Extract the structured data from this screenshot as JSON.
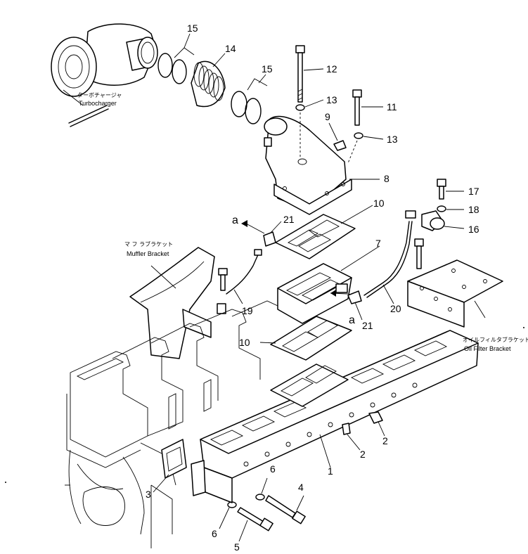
{
  "labels": {
    "turbo_jp": "ターボチャージャ",
    "turbo_en": "Turbocharger",
    "muffler_jp": "マ フ ラブラケット",
    "muffler_en": "Muffler Bracket",
    "oil_jp": "オイルフィルタブラケット",
    "oil_en": "Oil Filter Bracket"
  },
  "callouts": {
    "c1": "1",
    "c2a": "2",
    "c2b": "2",
    "c3": "3",
    "c4": "4",
    "c5": "5",
    "c6a": "6",
    "c6b": "6",
    "c7": "7",
    "c8": "8",
    "c9": "9",
    "c10a": "10",
    "c10b": "10",
    "c11": "11",
    "c12": "12",
    "c13a": "13",
    "c13b": "13",
    "c14": "14",
    "c15a": "15",
    "c15b": "15",
    "c16": "16",
    "c17": "17",
    "c18": "18",
    "c19": "19",
    "c20": "20",
    "c21a": "21",
    "c21b": "21",
    "ca1": "a",
    "ca2": "a"
  }
}
